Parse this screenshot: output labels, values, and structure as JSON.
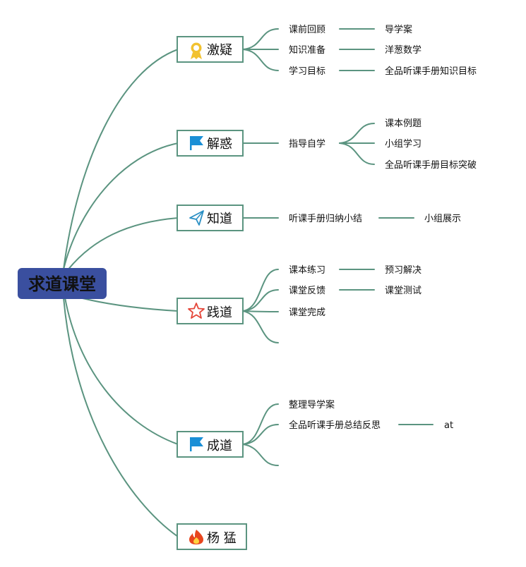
{
  "root": {
    "label": "求道课堂"
  },
  "branches": [
    {
      "label": "激疑",
      "icon": "award-ribbon-icon",
      "icon_color": "#f2c230"
    },
    {
      "label": "解惑",
      "icon": "flag-icon",
      "icon_color": "#1a8fd6"
    },
    {
      "label": "知道",
      "icon": "paper-plane-icon",
      "icon_color": "#2a8fc4"
    },
    {
      "label": "践道",
      "icon": "star-outline-icon",
      "icon_color": "#e5473a"
    },
    {
      "label": "成道",
      "icon": "flag-icon",
      "icon_color": "#1a8fd6"
    },
    {
      "label": "杨 猛",
      "icon": "flame-icon",
      "icon_color": "#e8461e"
    }
  ],
  "leaves": {
    "b0_0": "课前回顾",
    "b0_1": "知识准备",
    "b0_2": "学习目标",
    "b0_0_0": "导学案",
    "b0_1_0": "洋葱数学",
    "b0_2_0": "全品听课手册知识目标",
    "b1_0": "指导自学",
    "b1_0_0": "课本例题",
    "b1_0_1": "小组学习",
    "b1_0_2": "全品听课手册目标突破",
    "b2_0": "听课手册归纳小结",
    "b2_0_0": "小组展示",
    "b3_0": "课本练习",
    "b3_1": "课堂反馈",
    "b3_2": "课堂完成",
    "b3_0_0": "预习解决",
    "b3_1_0": "课堂测试",
    "b4_0": "整理导学案",
    "b4_1": "全品听课手册总结反思",
    "b4_1_0": "at"
  },
  "colors": {
    "root_fill": "#3a4f9f",
    "line": "#5b9480",
    "text": "#111111"
  }
}
